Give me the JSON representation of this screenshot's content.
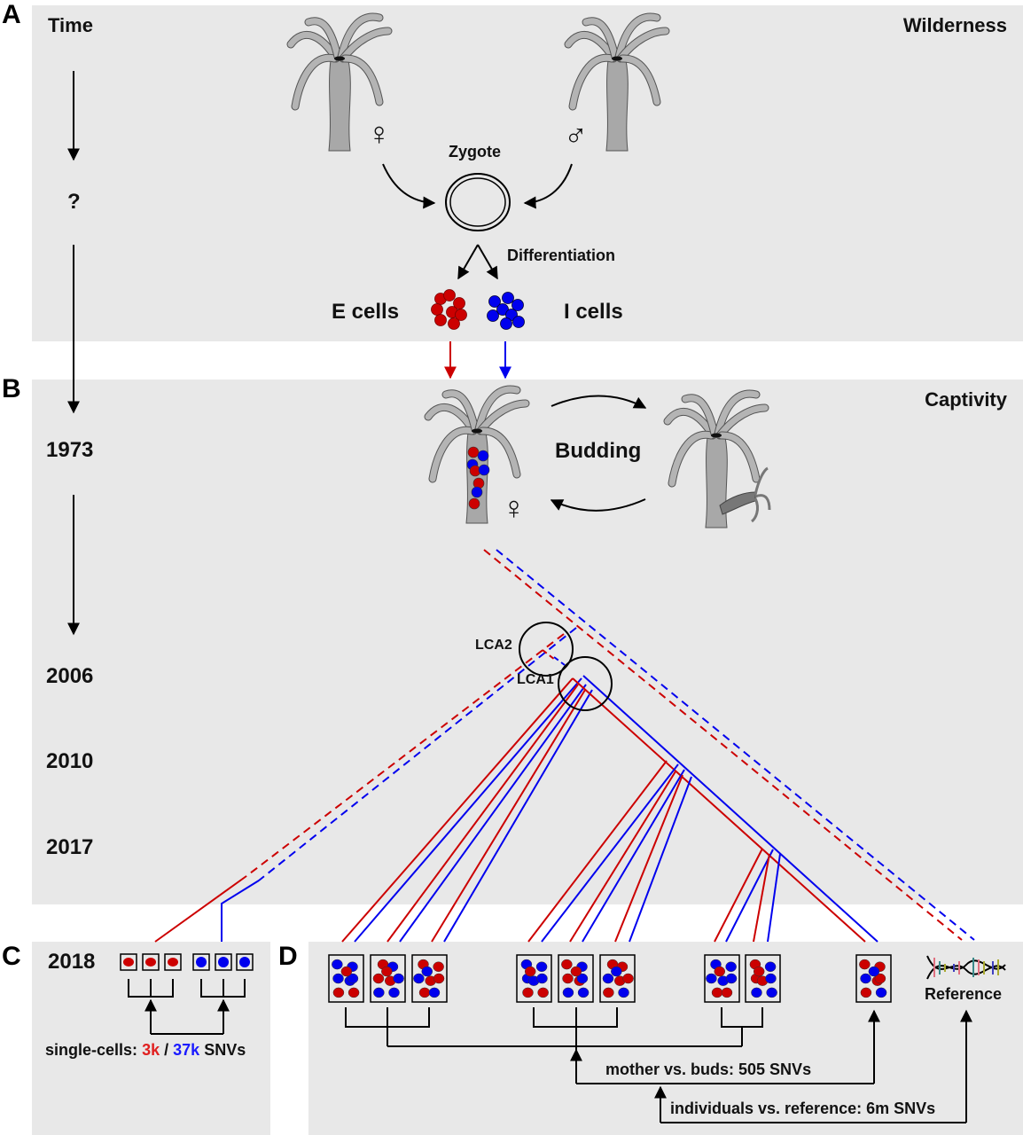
{
  "panels": {
    "A": {
      "label": "A",
      "time_label": "Time",
      "unknown_label": "?",
      "context": "Wilderness",
      "female_symbol": "♀",
      "male_symbol": "♂",
      "zygote_label": "Zygote",
      "differentiation_label": "Differentiation",
      "e_cells_label": "E cells",
      "i_cells_label": "I cells"
    },
    "B": {
      "label": "B",
      "context": "Captivity",
      "budding_label": "Budding",
      "female_symbol": "♀",
      "years": [
        "1973",
        "2006",
        "2010",
        "2017"
      ],
      "lca2_label": "LCA2",
      "lca1_label": "LCA1"
    },
    "C": {
      "label": "C",
      "year": "2018",
      "summary_prefix": "single-cells:",
      "e_count": "3k",
      "separator": "/",
      "i_count": "37k",
      "summary_suffix": "SNVs"
    },
    "D": {
      "label": "D",
      "reference_label": "Reference",
      "mother_vs_buds": "mother vs. buds: 505 SNVs",
      "individuals_vs_reference": "individuals vs. reference: 6m SNVs"
    }
  },
  "colors": {
    "e_cells": "#cc0000",
    "i_cells": "#0000ee",
    "panel_bg": "#e8e8e8",
    "hydra": "#a8a8a8"
  }
}
